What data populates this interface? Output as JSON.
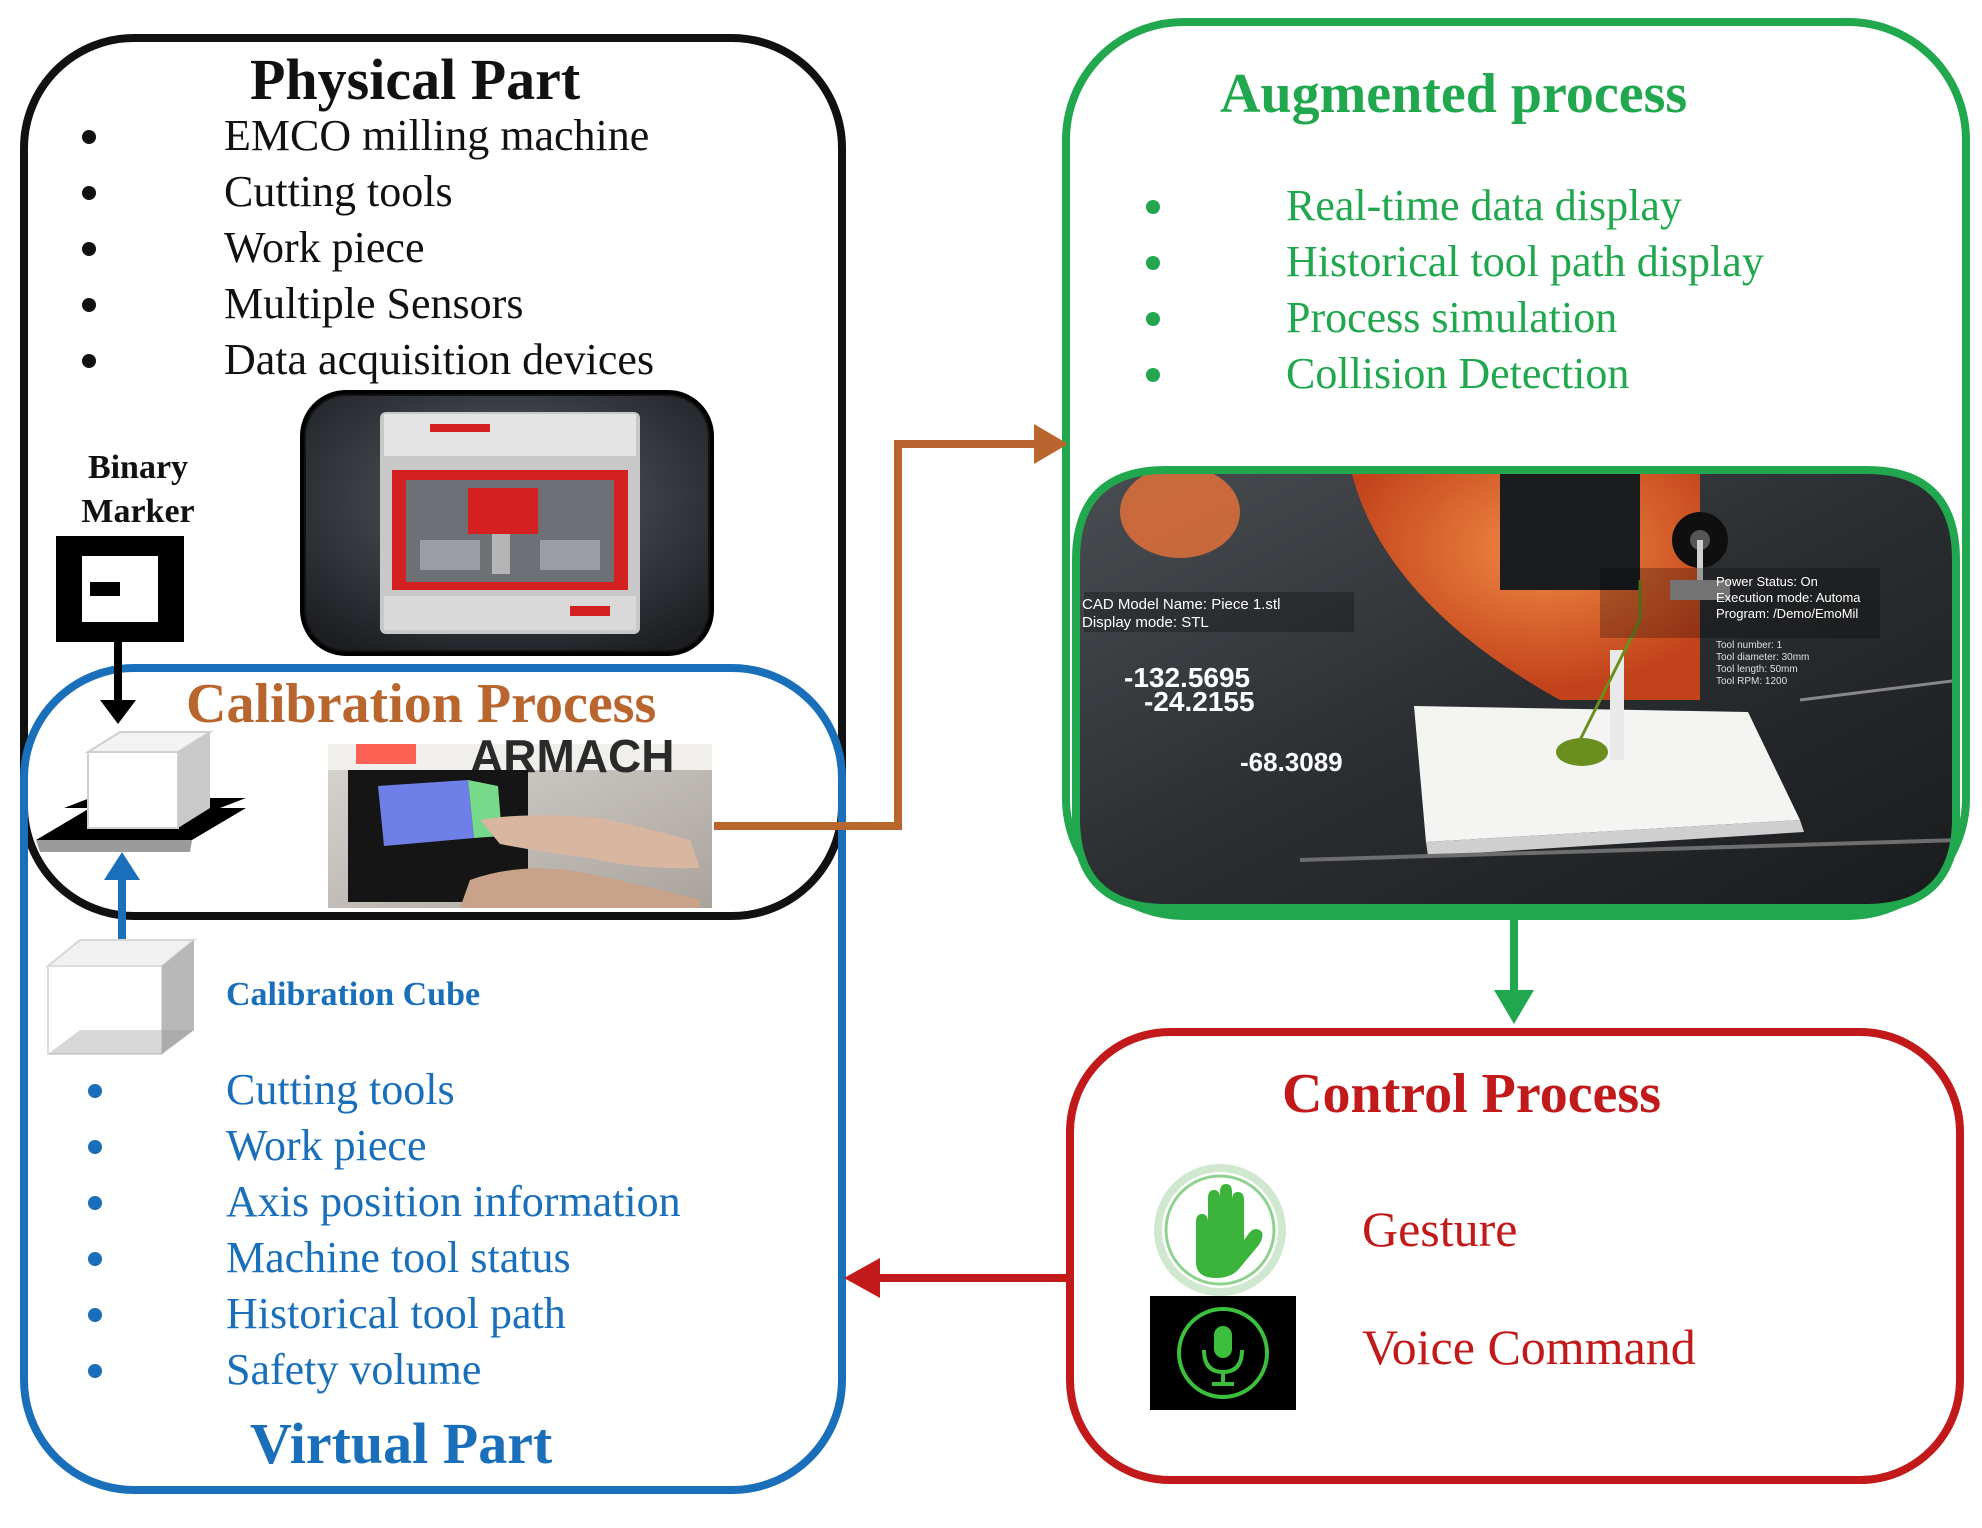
{
  "physical_part": {
    "title": "Physical Part",
    "items": [
      "EMCO milling machine",
      "Cutting tools",
      "Work piece",
      "Multiple Sensors",
      "Data acquisition devices"
    ],
    "marker_label_line1": "Binary",
    "marker_label_line2": "Marker"
  },
  "augmented_process": {
    "title": "Augmented process",
    "items": [
      "Real-time data display",
      "Historical tool path display",
      "Process simulation",
      "Collision Detection"
    ],
    "ar_overlay": {
      "cad_line1": "CAD Model Name: Piece 1.stl",
      "cad_line2": "Display mode: STL",
      "status_line1": "Power Status: On",
      "status_line2": "Execution mode: Automa",
      "status_line3": "Program: /Demo/EmoMil",
      "tool_line1": "Tool number: 1",
      "tool_line2": "Tool diameter: 30mm",
      "tool_line3": "Tool length: 50mm",
      "tool_line4": "Tool RPM: 1200",
      "coord1": "-132.5695",
      "coord2": "-24.2155",
      "coord3": "-68.3089"
    }
  },
  "calibration_process": {
    "title": "Calibration Process",
    "cube_label": "Calibration Cube"
  },
  "virtual_part": {
    "title": "Virtual Part",
    "items": [
      "Cutting tools",
      "Work piece",
      "Axis position information",
      "Machine tool status",
      "Historical tool path",
      "Safety volume"
    ]
  },
  "control_process": {
    "title": "Control Process",
    "gesture_label": "Gesture",
    "voice_label": "Voice Command"
  },
  "colors": {
    "physical": "#111111",
    "augmented": "#21a84e",
    "calibration": "#b9652e",
    "virtual": "#1a6fba",
    "control": "#c21a1a"
  },
  "icons": [
    "binary-marker-icon",
    "calibration-cube-icon",
    "hand-gesture-icon",
    "microphone-icon",
    "milling-machine-image",
    "calibration-photo",
    "ar-view-image"
  ]
}
